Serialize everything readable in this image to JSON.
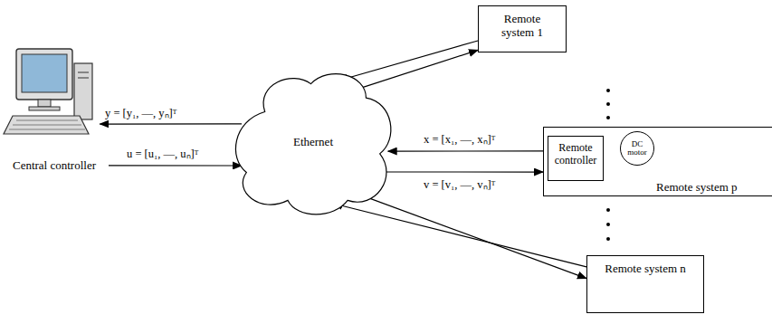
{
  "diagram": {
    "nodes": [
      {
        "text": [
          "Central controller"
        ]
      },
      {
        "text": [
          "Ethernet"
        ]
      },
      {
        "text": [
          "Remote system 1"
        ]
      },
      {
        "text": [
          "Remote system p"
        ]
      },
      {
        "text": [
          "Remote controller"
        ],
        "in": 3
      },
      {
        "text": [
          "DC motor"
        ],
        "in": 3
      },
      {
        "text": [
          "Remote system n"
        ]
      }
    ],
    "edges": [
      {
        "from": 1,
        "to": 0,
        "label": "y = [y₁, —, yₙ]ᵀ",
        "arrow": "to"
      },
      {
        "from": 0,
        "to": 1,
        "label": "u = [u₁, —, uₙ]ᵀ",
        "arrow": "to"
      },
      {
        "from": 3,
        "to": 1,
        "label": "x = [x₁, —, xₙ]ᵀ",
        "arrow": "to"
      },
      {
        "from": 1,
        "to": 3,
        "label": "v = [v₁, —, vₙ]ᵀ",
        "arrow": "to"
      },
      {
        "from": 2,
        "to": 1,
        "arrow": "to"
      },
      {
        "from": 1,
        "to": 2,
        "arrow": "to"
      },
      {
        "from": 6,
        "to": 1,
        "arrow": "to"
      },
      {
        "from": 1,
        "to": 6,
        "arrow": "to"
      }
    ]
  }
}
